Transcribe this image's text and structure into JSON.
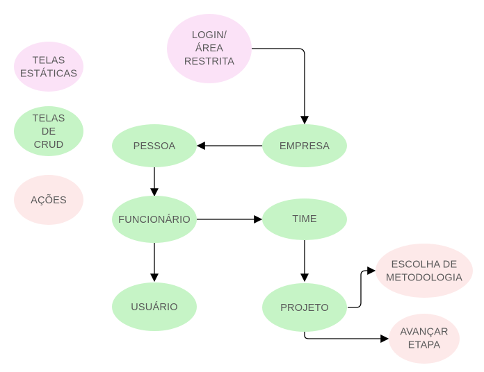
{
  "colors": {
    "static_screen": "#fbe2f7",
    "crud_screen": "#c6f4c6",
    "action": "#fde9e9",
    "text": "#595959",
    "edge": "#000000"
  },
  "legend": {
    "static": {
      "lines": [
        "TELAS",
        "ESTÁTICAS"
      ]
    },
    "crud": {
      "lines": [
        "TELAS",
        "DE",
        "CRUD"
      ]
    },
    "actions": {
      "lines": [
        "AÇÕES"
      ]
    }
  },
  "nodes": {
    "login": {
      "lines": [
        "LOGIN/",
        "ÁREA",
        "RESTRITA"
      ]
    },
    "empresa": {
      "lines": [
        "EMPRESA"
      ]
    },
    "pessoa": {
      "lines": [
        "PESSOA"
      ]
    },
    "funcionario": {
      "lines": [
        "FUNCIONÁRIO"
      ]
    },
    "time": {
      "lines": [
        "TIME"
      ]
    },
    "usuario": {
      "lines": [
        "USUÁRIO"
      ]
    },
    "projeto": {
      "lines": [
        "PROJETO"
      ]
    },
    "escolha": {
      "lines": [
        "ESCOLHA DE",
        "METODOLOGIA"
      ]
    },
    "avancar": {
      "lines": [
        "AVANÇAR",
        "ETAPA"
      ]
    }
  }
}
